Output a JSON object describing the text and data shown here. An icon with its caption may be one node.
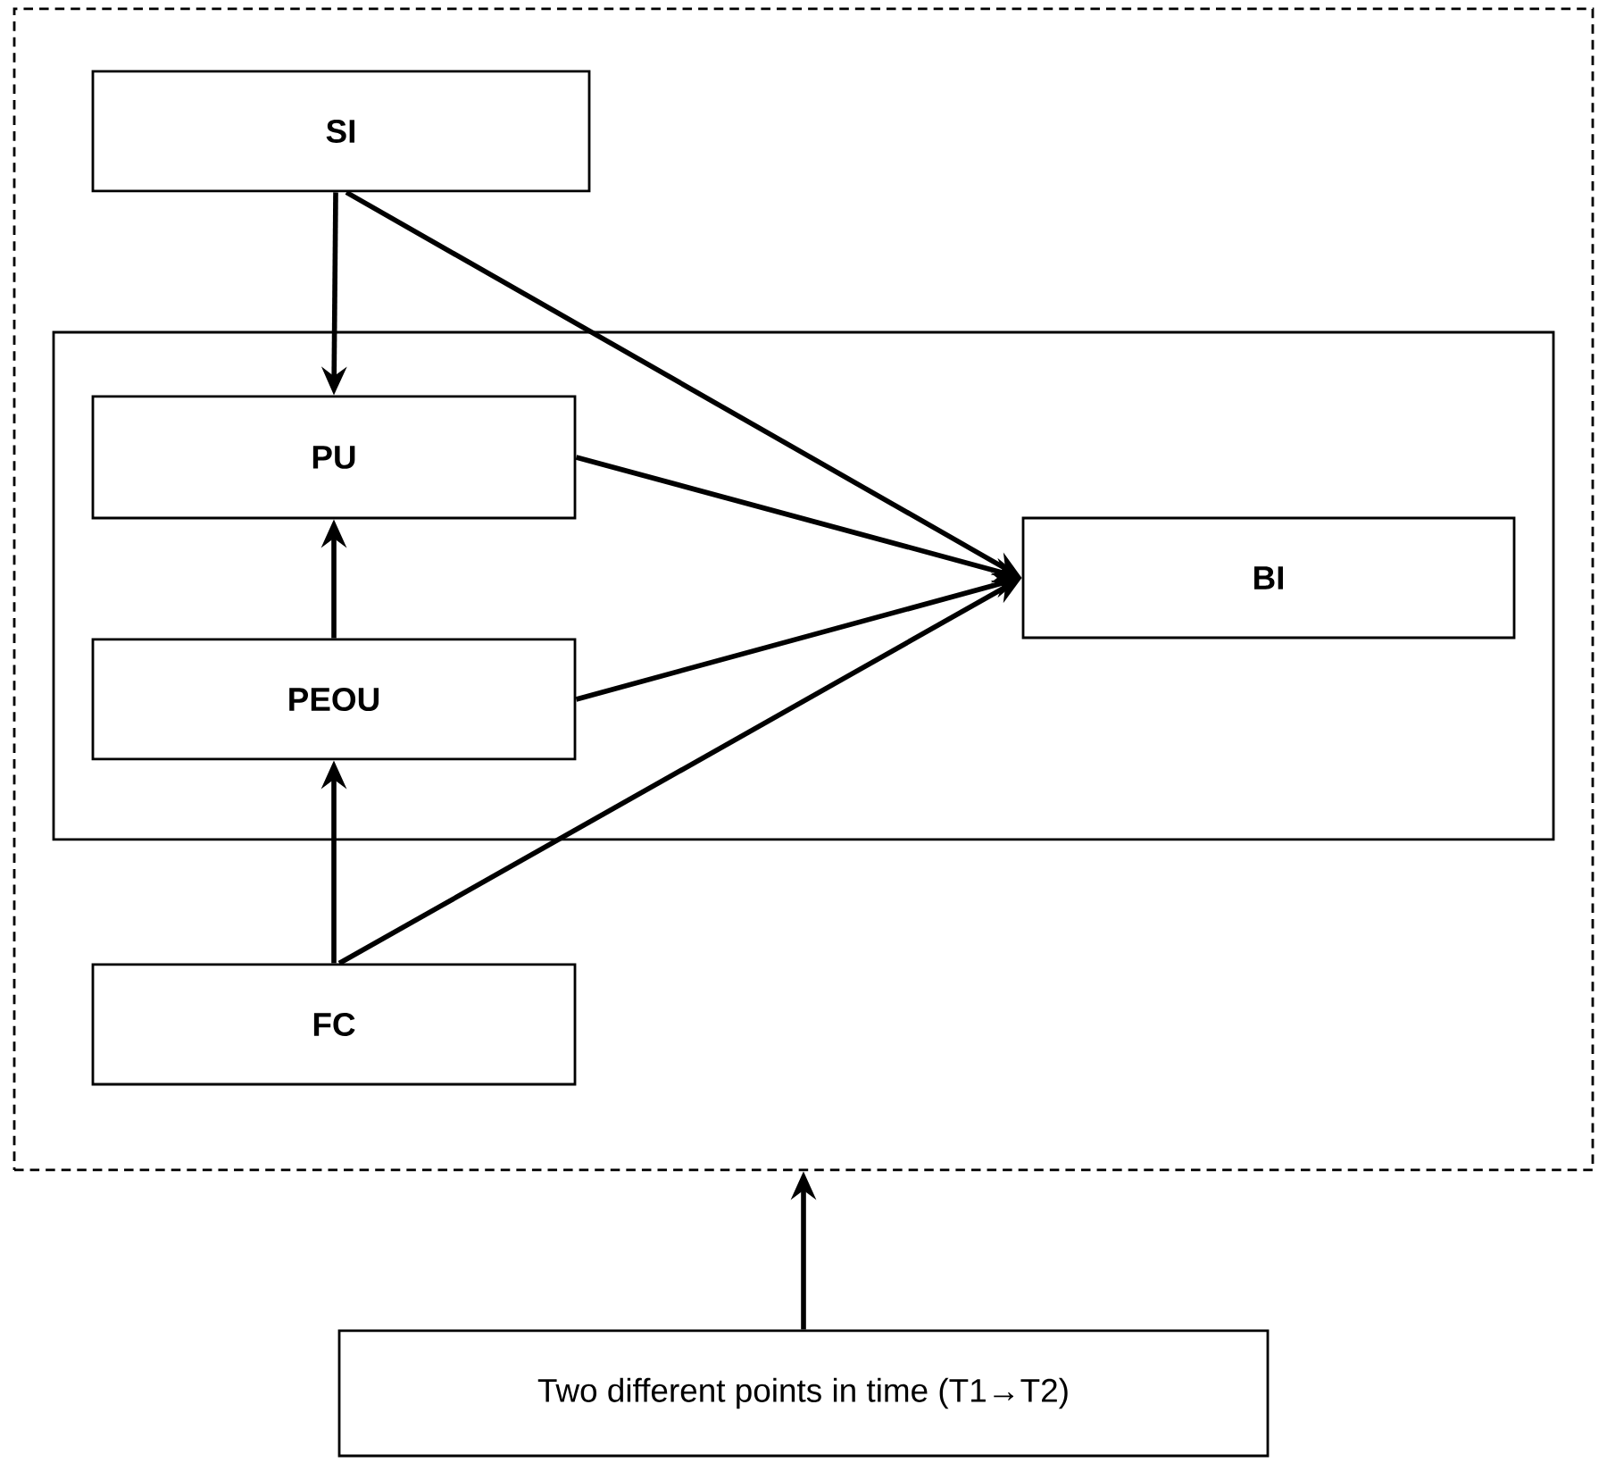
{
  "diagram": {
    "nodes": [
      {
        "text": [],
        "shape": "box"
      },
      {
        "text": [
          "SI"
        ],
        "in": 0
      },
      {
        "text": [],
        "shape": "box",
        "in": 0
      },
      {
        "text": [
          "PU"
        ],
        "in": 2
      },
      {
        "text": [
          "PEOU"
        ],
        "in": 2
      },
      {
        "text": [
          "BI"
        ],
        "in": 2
      },
      {
        "text": [
          "FC"
        ],
        "in": 0
      },
      {
        "text": [
          "Two different points in time (T1→T2)"
        ]
      }
    ],
    "edges": [
      {
        "from": 1,
        "to": 3,
        "arrow": "to"
      },
      {
        "from": 1,
        "to": 5,
        "arrow": "to"
      },
      {
        "from": 3,
        "to": 5,
        "arrow": "to"
      },
      {
        "from": 4,
        "to": 3,
        "arrow": "to"
      },
      {
        "from": 4,
        "to": 5,
        "arrow": "to"
      },
      {
        "from": 6,
        "to": 4,
        "arrow": "to"
      },
      {
        "from": 6,
        "to": 5,
        "arrow": "to"
      },
      {
        "from": 7,
        "to": 0,
        "arrow": "to"
      }
    ]
  }
}
